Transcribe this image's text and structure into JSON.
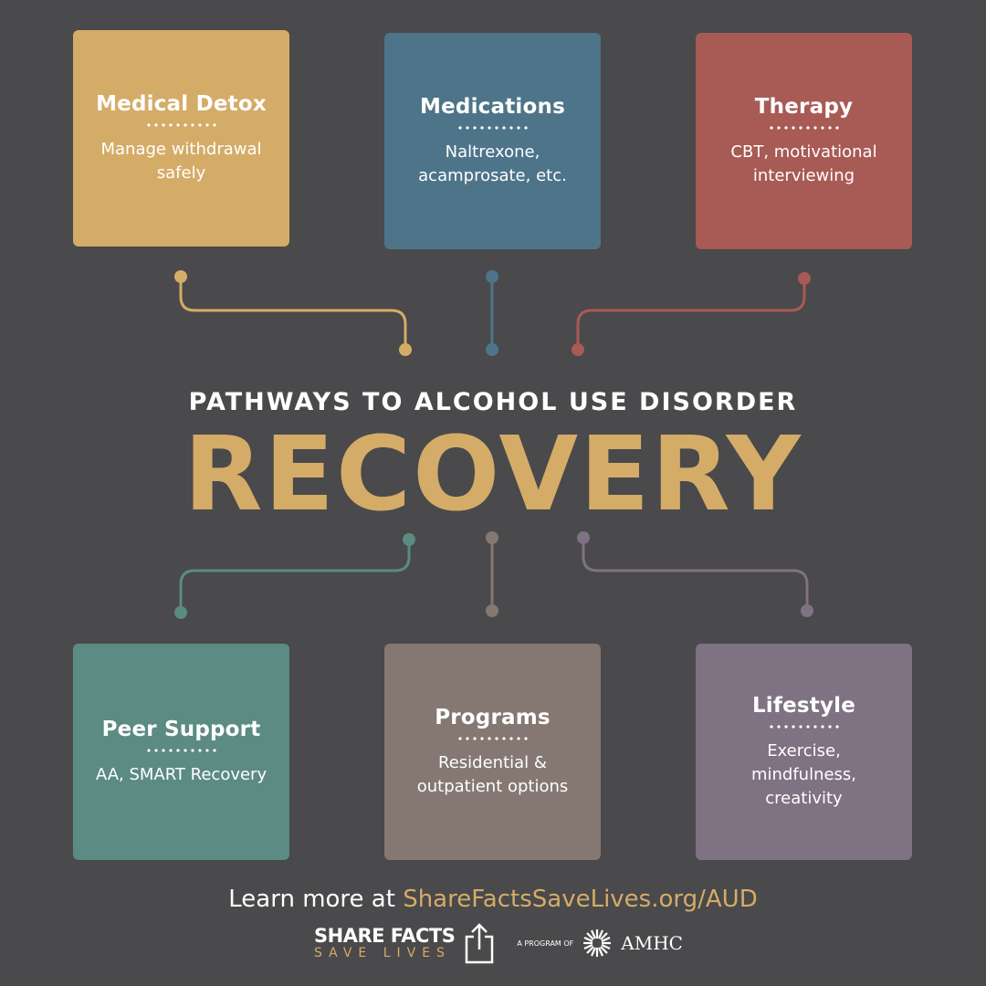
{
  "colors": {
    "background": "#4a494b",
    "gold": "#d4ac68",
    "blue": "#4e7489",
    "red": "#a85a55",
    "teal": "#5b8b82",
    "taupe": "#857873",
    "purple": "#7f7283"
  },
  "cards": [
    {
      "title": "Medical Detox",
      "text": "Manage withdrawal safely"
    },
    {
      "title": "Medications",
      "text": "Naltrexone, acamprosate, etc."
    },
    {
      "title": "Therapy",
      "text": "CBT, motivational interviewing"
    },
    {
      "title": "Peer Support",
      "text": "AA, SMART Recovery"
    },
    {
      "title": "Programs",
      "text": "Residential & outpatient options"
    },
    {
      "title": "Lifestyle",
      "text": "Exercise, mindfulness, creativity"
    }
  ],
  "heading": {
    "subtitle": "PATHWAYS TO ALCOHOL USE DISORDER",
    "title": "RECOVERY"
  },
  "footer": {
    "learn_prefix": "Learn more at ",
    "url": "ShareFactsSaveLives.org/AUD",
    "logo_line1": "SHARE FACTS",
    "logo_line2": "SAVE LIVES",
    "program_of": "A PROGRAM OF",
    "org": "AMHC"
  }
}
